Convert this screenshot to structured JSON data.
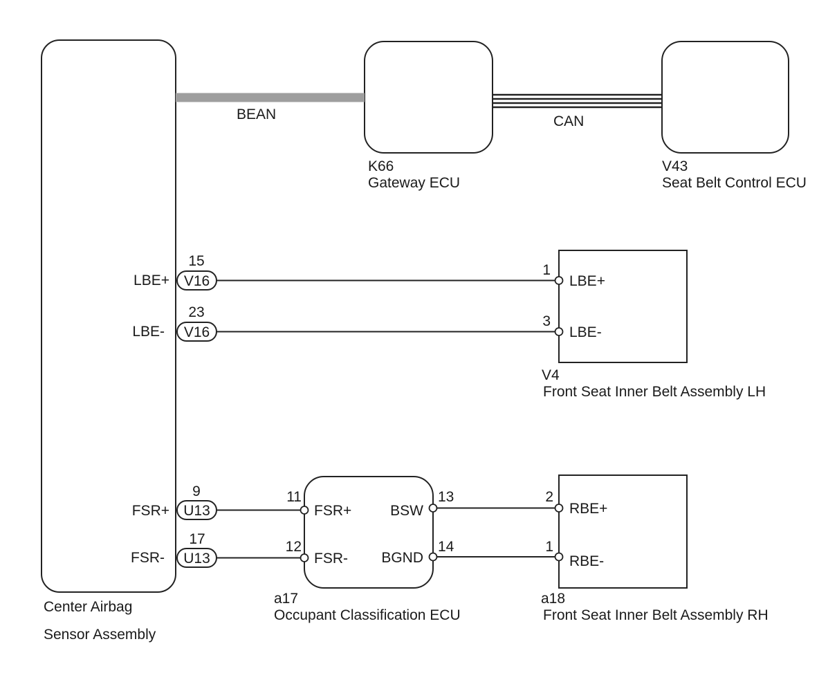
{
  "colors": {
    "bean_bus": "#9e9e9e",
    "line": "#222222"
  },
  "buses": {
    "bean": "BEAN",
    "can": "CAN"
  },
  "components": {
    "center_airbag": {
      "name_line1": "Center Airbag",
      "name_line2": "Sensor Assembly"
    },
    "gateway": {
      "code": "K66",
      "name": "Gateway ECU"
    },
    "seat_belt_control": {
      "code": "V43",
      "name": "Seat Belt Control ECU"
    },
    "belt_lh": {
      "code": "V4",
      "name": "Front Seat Inner Belt Assembly LH"
    },
    "occupant": {
      "code": "a17",
      "name": "Occupant Classification ECU"
    },
    "belt_rh": {
      "code": "a18",
      "name": "Front Seat Inner Belt Assembly RH"
    }
  },
  "circuits": {
    "lbe_plus": {
      "terminal": "LBE+",
      "pin": "15",
      "connector": "V16",
      "dest_pin": "1",
      "dest_terminal": "LBE+"
    },
    "lbe_minus": {
      "terminal": "LBE-",
      "pin": "23",
      "connector": "V16",
      "dest_pin": "3",
      "dest_terminal": "LBE-"
    },
    "fsr_plus": {
      "terminal": "FSR+",
      "pin": "9",
      "connector": "U13",
      "dest_pin": "11",
      "dest_terminal": "FSR+"
    },
    "fsr_minus": {
      "terminal": "FSR-",
      "pin": "17",
      "connector": "U13",
      "dest_pin": "12",
      "dest_terminal": "FSR-"
    },
    "bsw": {
      "terminal": "BSW",
      "pin": "13",
      "dest_pin": "2",
      "dest_terminal": "RBE+"
    },
    "bgnd": {
      "terminal": "BGND",
      "pin": "14",
      "dest_pin": "1",
      "dest_terminal": "RBE-"
    }
  }
}
